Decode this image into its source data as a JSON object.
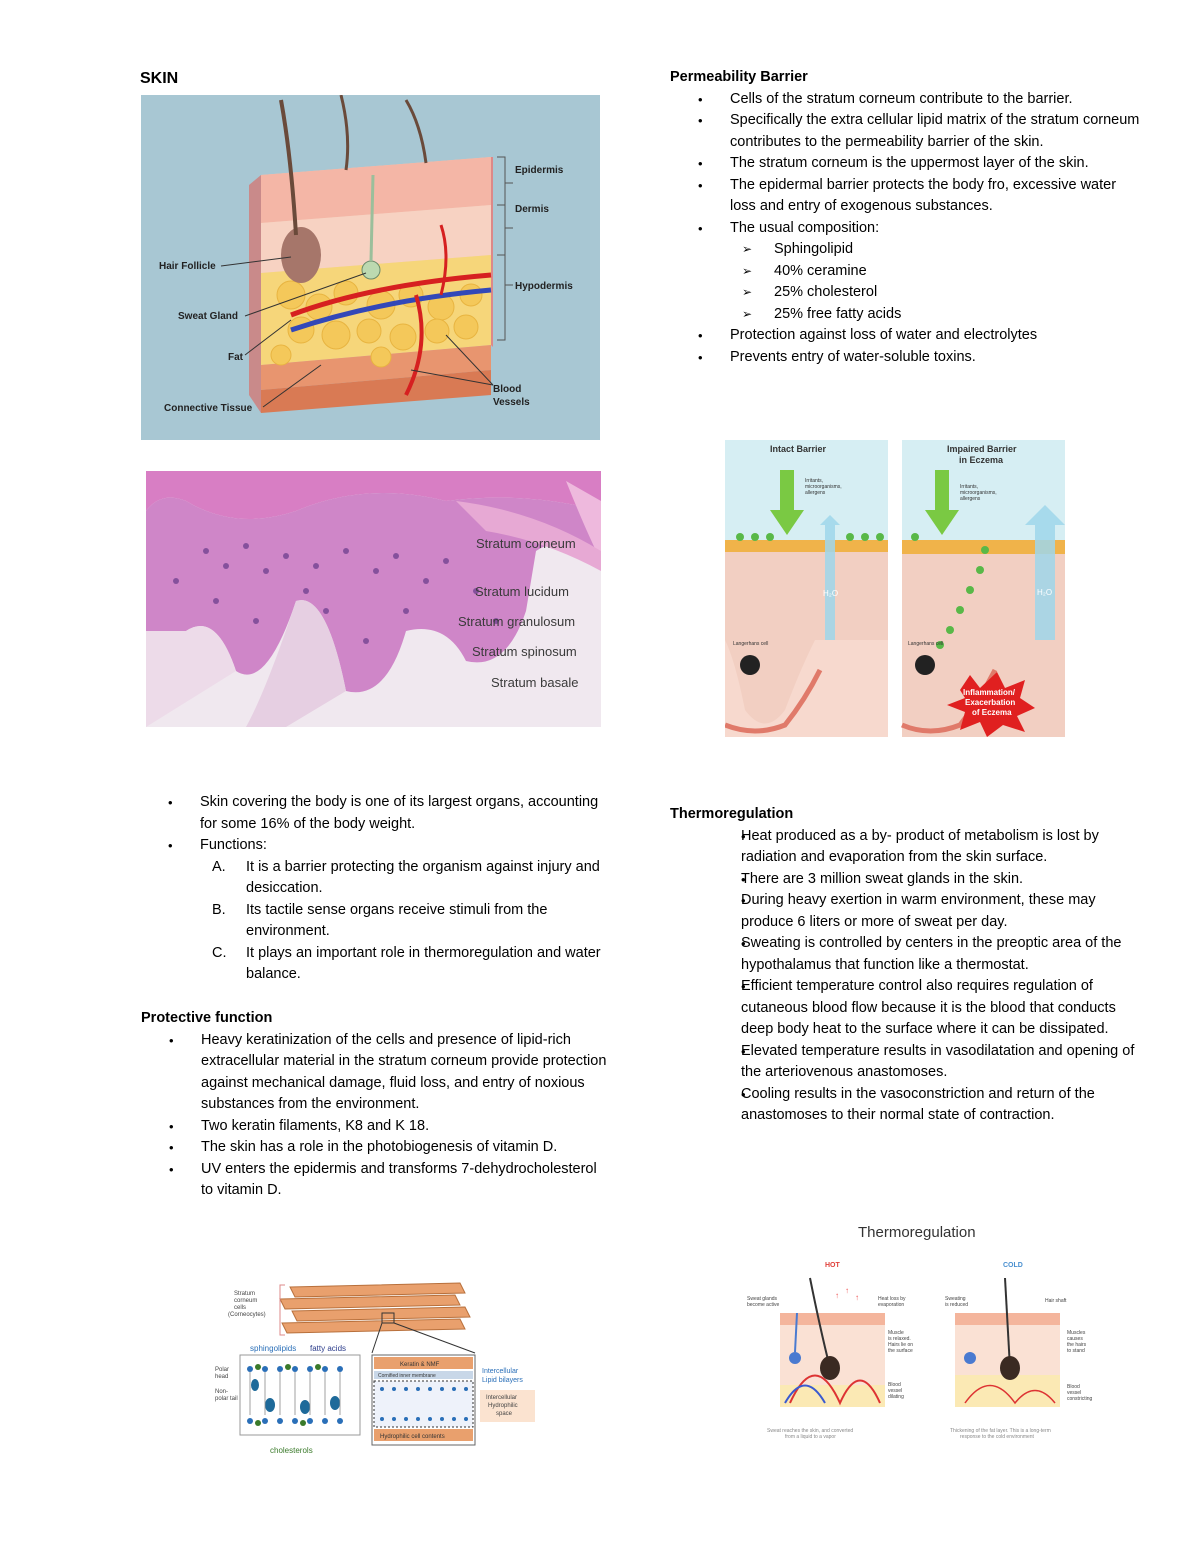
{
  "left": {
    "heading": "SKIN",
    "skin_diagram": {
      "labels": {
        "epidermis": "Epidermis",
        "dermis": "Dermis",
        "hypodermis": "Hypodermis",
        "hair_follicle": "Hair Follicle",
        "sweat_gland": "Sweat Gland",
        "fat": "Fat",
        "connective_tissue": "Connective Tissue",
        "blood_vessels_1": "Blood",
        "blood_vessels_2": "Vessels"
      }
    },
    "histology": {
      "labels": [
        "Stratum corneum",
        "Stratum lucidum",
        "Stratum granulosum",
        "Stratum spinosum",
        "Stratum basale"
      ]
    },
    "intro_bullets": [
      "Skin covering the body is one of its largest organs, accounting for some 16% of the body weight.",
      "Functions:"
    ],
    "functions": [
      {
        "mark": "A.",
        "text": "It is a barrier protecting the organism against injury and desiccation."
      },
      {
        "mark": "B.",
        "text": "Its tactile sense organs receive stimuli from the environment."
      },
      {
        "mark": "C.",
        "text": "It plays an important role in thermoregulation and water balance."
      }
    ],
    "protective_heading": "Protective function",
    "protective_bullets": [
      "Heavy keratinization of the cells and presence of lipid-rich extracellular material in the stratum corneum provide protection against mechanical damage, fluid loss, and entry of noxious substances from the environment.",
      "Two keratin filaments, K8 and K 18.",
      "The skin has a role in the photobiogenesis of vitamin D.",
      "UV enters the epidermis and transforms 7-dehydrocholesterol to vitamin D."
    ],
    "lipid_diagram": {
      "stratum_label": [
        "Stratum",
        "corneum",
        "cells",
        "(Corneocytes)"
      ],
      "sphingolipids": "sphingolipids",
      "fatty_acids": "fatty acids",
      "cholesterols": "cholesterols",
      "polar_head": [
        "Polar",
        "head"
      ],
      "nonpolar_tail": [
        "Non-",
        "polar tail"
      ],
      "keratin": "Keratin & NMF",
      "cornified": "Cornified inner membrane",
      "hydrophilic_contents": "Hydrophilic cell contents",
      "intercellular_lipid": [
        "Intercellular",
        "Lipid bilayers"
      ],
      "intercellular_space": [
        "Intercellular",
        "Hydrophilic",
        "space"
      ]
    }
  },
  "right": {
    "permeability_heading": "Permeability Barrier",
    "permeability_bullets": [
      "Cells of the stratum corneum contribute to the barrier.",
      "Specifically the extra cellular lipid matrix of the stratum corneum contributes to the permeability barrier of the skin.",
      "The stratum corneum is the uppermost layer of the skin.",
      "The epidermal barrier protects the body fro, excessive water loss and entry of exogenous substances.",
      "The usual composition:"
    ],
    "composition": [
      "Sphingolipid",
      "40% ceramine",
      "25% cholesterol",
      "25% free fatty acids"
    ],
    "permeability_bullets_2": [
      "Protection against loss of water and electrolytes",
      "Prevents entry of water-soluble toxins."
    ],
    "barrier_diagram": {
      "intact": "Intact Barrier",
      "impaired": [
        "Impaired Barrier",
        "in Eczema"
      ],
      "irritants": [
        "Irritants,",
        "microorganisms,",
        "allergens"
      ],
      "h2o": "H₂O",
      "langerhans": "Langerhans cell",
      "inflammation": [
        "Inflammation/",
        "Exacerbation",
        "of Eczema"
      ]
    },
    "thermo_heading": "Thermoregulation",
    "thermo_bullets": [
      "Heat produced as a by- product of metabolism is lost by radiation and evaporation from the skin surface.",
      "There are 3 million sweat glands in the skin.",
      "During heavy exertion in warm environment, these may produce 6 liters or more of sweat per day.",
      "Sweating is controlled by centers in the preoptic area of the hypothalamus that function like a thermostat.",
      "Efficient temperature control also requires regulation of cutaneous blood flow because it is the blood that conducts deep body heat to the surface where it can be dissipated.",
      "Elevated temperature results in vasodilatation and opening of the arteriovenous anastomoses.",
      "Cooling results in the vasoconstriction and return of the anastomoses to their normal state of contraction."
    ],
    "thermo_diagram": {
      "title": "Thermoregulation",
      "hot": "HOT",
      "cold": "COLD",
      "sweat_active": [
        "Sweat glands",
        "become active"
      ],
      "heat_loss": [
        "Heat loss by",
        "evaporation"
      ],
      "muscle_relaxed": [
        "Muscle",
        "is relaxed.",
        "Hairs lie on",
        "the surface"
      ],
      "blood_dilating": [
        "Blood",
        "vessel",
        "dilating"
      ],
      "sweating_reduced": [
        "Sweating",
        "is reduced"
      ],
      "hair_shaft": "Hair shaft",
      "muscles_cause": [
        "Muscles",
        "causes",
        "the hairs",
        "to stand"
      ],
      "blood_constricting": [
        "Blood",
        "vessel",
        "constricting"
      ],
      "caption_hot": [
        "Sweat reaches the skin, and converted",
        "from a liquid to a vapor"
      ],
      "caption_cold": [
        "Thickening of the fat layer. This is a long-term",
        "response to the cold environment"
      ]
    }
  }
}
